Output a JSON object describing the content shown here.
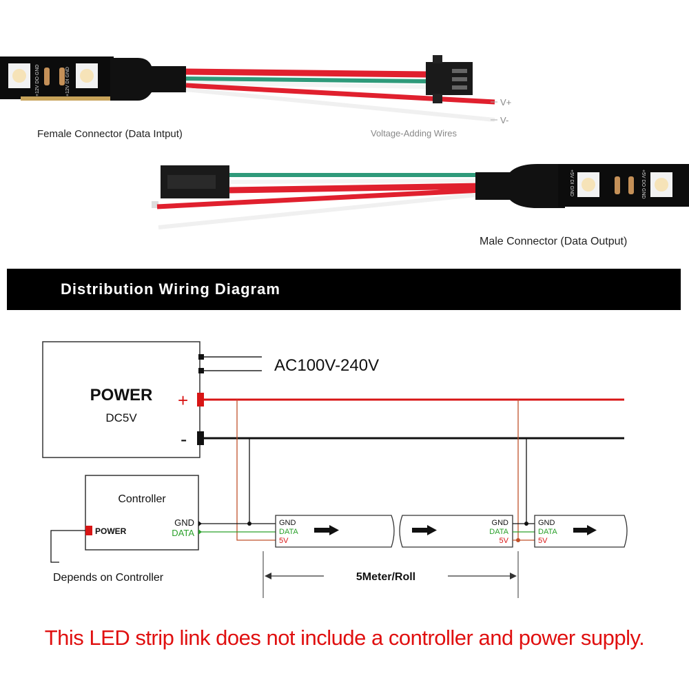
{
  "photos": {
    "female_caption": "Female Connector (Data Intput)",
    "voltage_caption": "Voltage-Adding Wires",
    "v_plus": "V+",
    "v_minus": "V-",
    "male_caption": "Male Connector (Data Output)",
    "pcb_text_top": "+12V DO GND",
    "pcb_text_top2": "+12V DI GND",
    "pcb_text_bottom": "+5V DI GND",
    "pcb_text_bottom2": "+5V DO GND"
  },
  "banner": {
    "title": "Distribution Wiring Diagram"
  },
  "diagram": {
    "ac_label": "AC100V-240V",
    "power_title": "POWER",
    "power_voltage": "DC5V",
    "plus": "+",
    "minus": "-",
    "controller_title": "Controller",
    "controller_power": "POWER",
    "gnd": "GND",
    "data": "DATA",
    "v5": "5V",
    "depends": "Depends on Controller",
    "length": "5Meter/Roll",
    "colors": {
      "positive": "#d81515",
      "negative": "#111111",
      "data": "#2aa02a",
      "five_v_thin": "#c0502a"
    }
  },
  "disclaimer": "This LED strip link does not include a controller and power supply."
}
